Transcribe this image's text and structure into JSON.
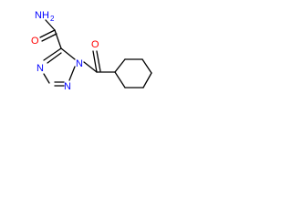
{
  "molecule": {
    "atom_colors": {
      "C": "#000000",
      "N": "#0000ff",
      "O": "#ff0000"
    },
    "labels": {
      "amide_n": "NH",
      "amide_n_sub": "2",
      "amide_o": "O",
      "ring_n_top": "N",
      "ring_n_bottom": "N",
      "ring_n_left": "N",
      "acyl_o": "O"
    }
  }
}
